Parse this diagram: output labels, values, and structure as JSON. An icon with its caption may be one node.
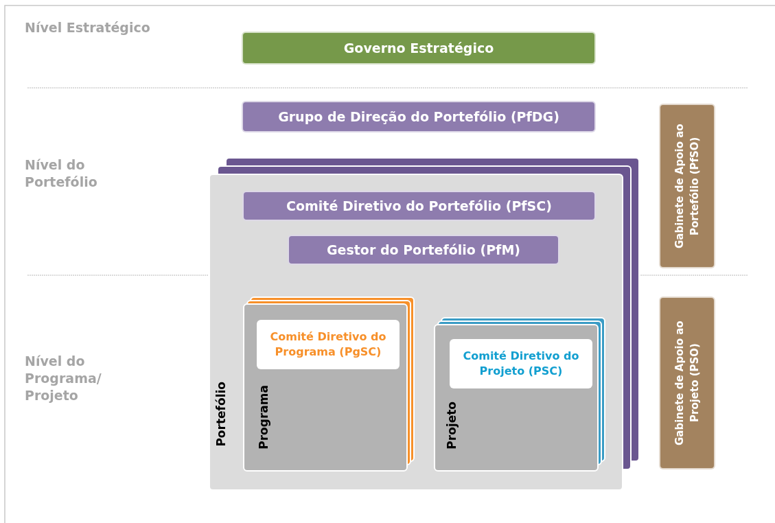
{
  "diagram": {
    "nodes": [
      {
        "text": [
          "Governo Estratégico"
        ]
      },
      {
        "text": [
          "Grupo de Direção do Portefólio (PfDG)"
        ]
      },
      {
        "text": [
          "Portefólio"
        ]
      },
      {
        "text": [
          "Comité Diretivo do Portefólio (PfSC)"
        ],
        "in": 2
      },
      {
        "text": [
          "Gestor do Portefólio (PfM)"
        ],
        "in": 2
      },
      {
        "text": [
          "Programa"
        ],
        "in": 2
      },
      {
        "text": [
          "Comité Diretivo do Programa (PgSC)"
        ],
        "in": 5
      },
      {
        "text": [
          "Projeto"
        ],
        "in": 2
      },
      {
        "text": [
          "Comité Diretivo do Projeto (PSC)"
        ],
        "in": 7
      },
      {
        "text": [
          "Gabinete de Apoio ao Portefólio (PfSO)"
        ]
      },
      {
        "text": [
          "Gabinete de Apoio ao Projeto (PSO)"
        ]
      }
    ],
    "edges": [],
    "labels": [
      "Nível Estratégico",
      "Nível do Portefólio",
      "Nível do Programa/ Projeto"
    ]
  }
}
